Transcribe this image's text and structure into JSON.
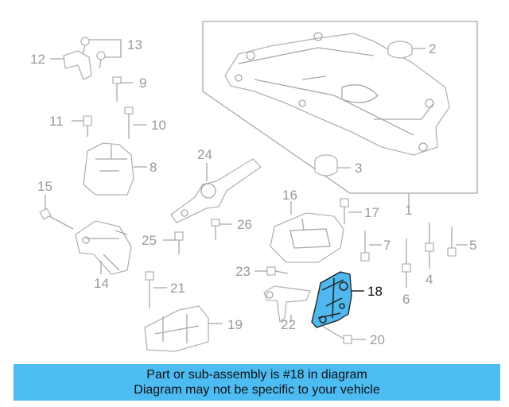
{
  "callouts": {
    "n1": "1",
    "n2": "2",
    "n3": "3",
    "n4": "4",
    "n5": "5",
    "n6": "6",
    "n7": "7",
    "n8": "8",
    "n9": "9",
    "n10": "10",
    "n11": "11",
    "n12": "12",
    "n13": "13",
    "n14": "14",
    "n15": "15",
    "n16": "16",
    "n17": "17",
    "n18": "18",
    "n19": "19",
    "n20": "20",
    "n21": "21",
    "n22": "22",
    "n23": "23",
    "n24": "24",
    "n25": "25",
    "n26": "26"
  },
  "highlight_color": "#4dbcf2",
  "banner": {
    "line1": "Part or sub-assembly is #18 in diagram",
    "line2": "Diagram may not be specific to your vehicle"
  }
}
